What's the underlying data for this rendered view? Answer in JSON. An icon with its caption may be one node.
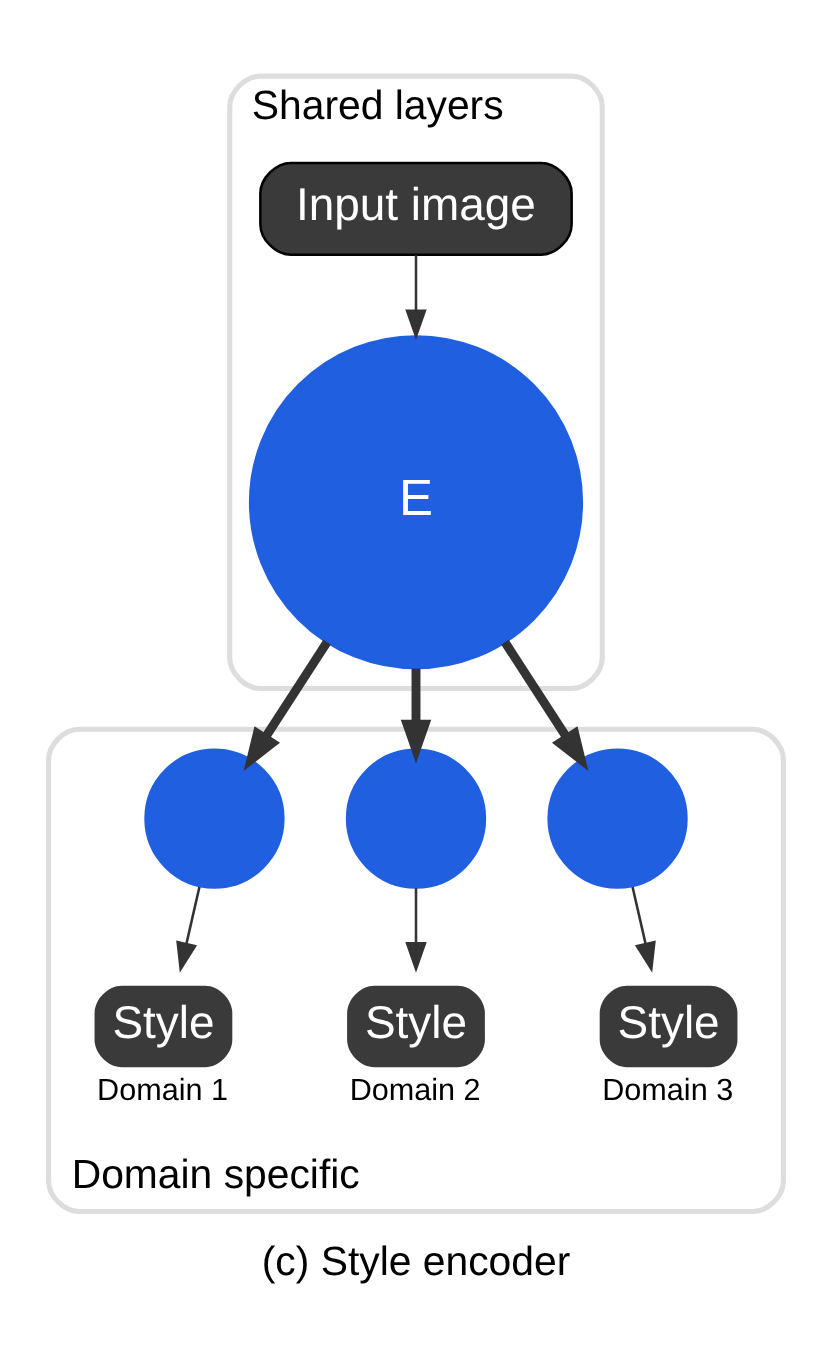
{
  "diagram": {
    "caption": "(c) Style encoder",
    "nodes": [
      {
        "text": [
          "Shared layers"
        ]
      },
      {
        "text": [
          "Input image"
        ],
        "in": 0
      },
      {
        "text": [
          "E"
        ],
        "in": 0
      },
      {
        "text": [
          "Domain specific"
        ]
      },
      {
        "text": [],
        "shape": "circle",
        "in": 3
      },
      {
        "text": [],
        "shape": "circle",
        "in": 3
      },
      {
        "text": [],
        "shape": "circle",
        "in": 3
      },
      {
        "text": [
          "Style"
        ],
        "beside": [
          "Domain 1"
        ],
        "in": 3
      },
      {
        "text": [
          "Style"
        ],
        "beside": [
          "Domain 2"
        ],
        "in": 3
      },
      {
        "text": [
          "Style"
        ],
        "beside": [
          "Domain 3"
        ],
        "in": 3
      }
    ],
    "edges": [
      {
        "from": 1,
        "to": 2,
        "arrow": "to"
      },
      {
        "from": 2,
        "to": 4,
        "arrow": "to",
        "style": "thick"
      },
      {
        "from": 2,
        "to": 5,
        "arrow": "to",
        "style": "thick"
      },
      {
        "from": 2,
        "to": 6,
        "arrow": "to",
        "style": "thick"
      },
      {
        "from": 4,
        "to": 7,
        "arrow": "to"
      },
      {
        "from": 5,
        "to": 8,
        "arrow": "to"
      },
      {
        "from": 6,
        "to": 9,
        "arrow": "to"
      }
    ]
  }
}
